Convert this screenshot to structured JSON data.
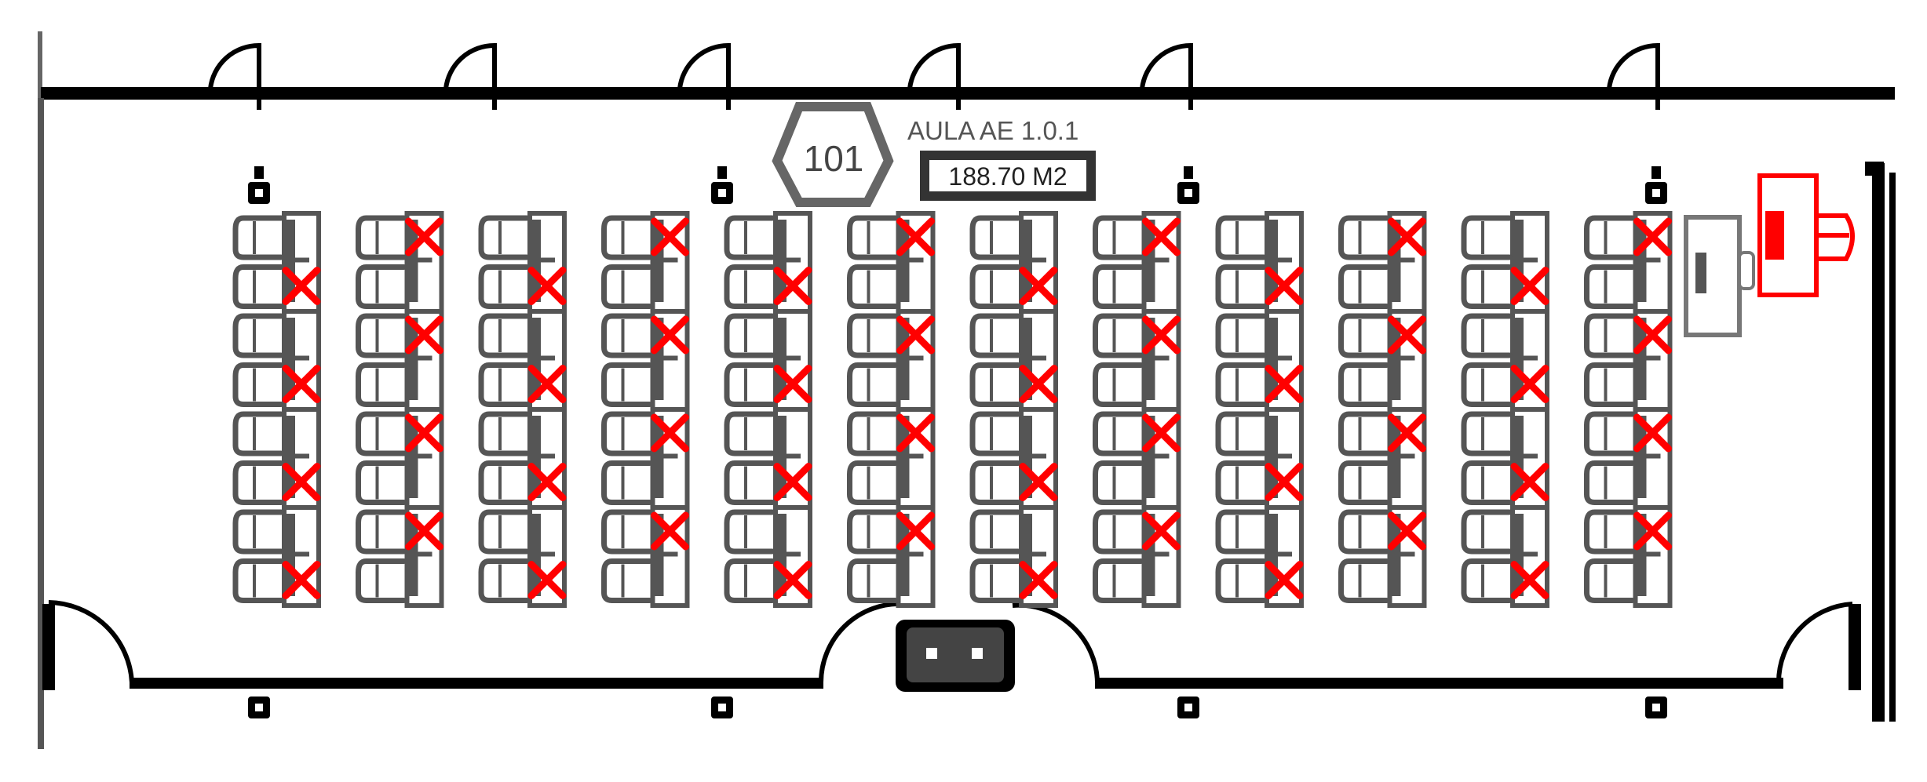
{
  "room": {
    "number": "101",
    "name": "AULA AE 1.0.1",
    "area": "188.70 M2"
  },
  "layout": {
    "desk_columns": 12,
    "seats_per_column": 8,
    "blocked_seat_pattern": [
      [
        false,
        true,
        false,
        true,
        false,
        true,
        false,
        true
      ],
      [
        true,
        false,
        true,
        false,
        true,
        false,
        true,
        false
      ],
      [
        false,
        true,
        false,
        true,
        false,
        true,
        false,
        true
      ],
      [
        true,
        false,
        true,
        false,
        true,
        false,
        true,
        false
      ],
      [
        false,
        true,
        false,
        true,
        false,
        true,
        false,
        true
      ],
      [
        true,
        false,
        true,
        false,
        true,
        false,
        true,
        false
      ],
      [
        false,
        true,
        false,
        true,
        false,
        true,
        false,
        true
      ],
      [
        true,
        false,
        true,
        false,
        true,
        false,
        true,
        false
      ],
      [
        false,
        true,
        false,
        true,
        false,
        true,
        false,
        true
      ],
      [
        true,
        false,
        true,
        false,
        true,
        false,
        true,
        false
      ],
      [
        false,
        true,
        false,
        true,
        false,
        true,
        false,
        true
      ],
      [
        true,
        false,
        true,
        false,
        true,
        false,
        true,
        false
      ]
    ]
  },
  "colors": {
    "wall": "#000000",
    "furniture": "#555555",
    "blocked_mark": "#ff0000",
    "teacher_station": "#ff0000",
    "hexagon": "#666666"
  },
  "icons": {
    "blocked_seat": "x-mark-icon",
    "wall_socket": "socket-icon",
    "door": "door-swing-icon",
    "outlet_box": "outlet-icon",
    "teacher_station": "teacher-station-icon"
  }
}
